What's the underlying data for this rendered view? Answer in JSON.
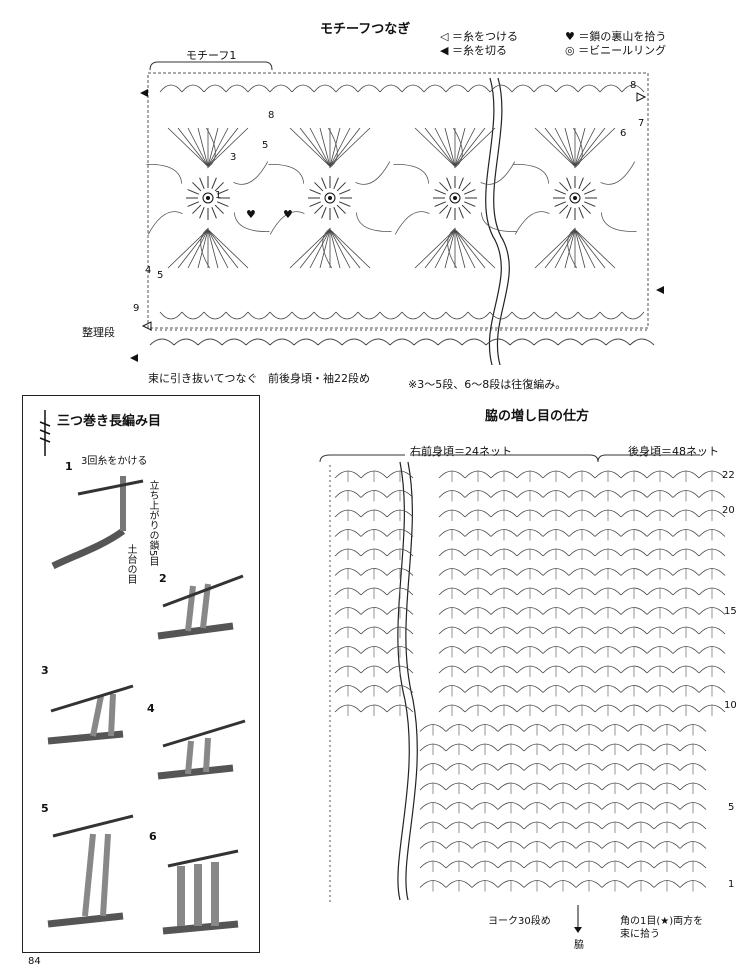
{
  "top": {
    "title": "モチーフつなぎ",
    "legend": {
      "attach": "◁ ＝糸をつける",
      "cut": "◀ ＝糸を切る",
      "back_bump": "♥ ＝鎖の裏山を拾う",
      "ring": "◎ ＝ビニールリング"
    },
    "motif_label": "モチーフ1",
    "row_left": "整理段",
    "bottom_left": "束に引き抜いてつなぐ",
    "bottom_mid": "前後身頃・袖22段め",
    "note": "※3〜5段、6〜8段は往復編み。",
    "numbers": {
      "n8a": "8",
      "n8b": "8",
      "n7": "7",
      "n6": "6",
      "n5a": "5",
      "n5b": "5",
      "n4": "4",
      "n3": "3",
      "n9": "9",
      "n1": "1"
    }
  },
  "left_panel": {
    "title": "三つ巻き長編み目",
    "steps": [
      "1",
      "2",
      "3",
      "4",
      "5",
      "6"
    ],
    "step1_note": "3回糸をかける",
    "vert1": "立ち上がりの鎖5目",
    "vert2": "土台の目"
  },
  "right_panel": {
    "title": "脇の増し目の仕方",
    "front_label": "右前身頃＝24ネット",
    "back_label": "後身頃＝48ネット",
    "row_numbers": [
      "22",
      "20",
      "15",
      "10",
      "5",
      "1"
    ],
    "yoke_label": "ヨーク30段め",
    "corner_label_1": "角の1目(★)両方を",
    "corner_label_2": "束に拾う",
    "side_label": "脇"
  },
  "page_number": "84"
}
